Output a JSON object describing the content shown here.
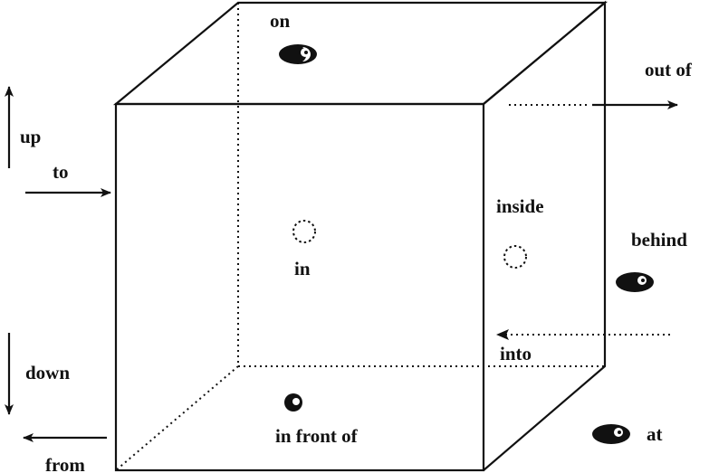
{
  "labels": {
    "on": "on",
    "out_of": "out of",
    "up": "up",
    "to": "to",
    "inside": "inside",
    "behind": "behind",
    "in": "in",
    "down": "down",
    "into": "into",
    "in_front_of": "in front of",
    "at": "at",
    "from": "from"
  },
  "colors": {
    "ink": "#111111",
    "background": "#ffffff"
  }
}
